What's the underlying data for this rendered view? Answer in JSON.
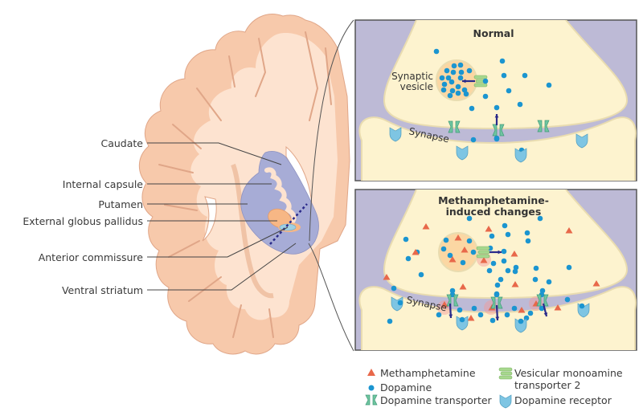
{
  "brain_labels": [
    {
      "id": "caudate",
      "text": "Caudate"
    },
    {
      "id": "internal-capsule",
      "text": "Internal capsule"
    },
    {
      "id": "putamen",
      "text": "Putamen"
    },
    {
      "id": "external-globus-pallidus",
      "text": "External globus pallidus"
    },
    {
      "id": "anterior-commissure",
      "text": "Anterior commissure"
    },
    {
      "id": "ventral-striatum",
      "text": "Ventral striatum"
    }
  ],
  "panels": {
    "normal": {
      "title": "Normal",
      "vesicle_label_line1": "Synaptic",
      "vesicle_label_line2": "vesicle",
      "synapse_label": "Synapse"
    },
    "meth": {
      "title_line1": "Methamphetamine-",
      "title_line2": "induced changes",
      "synapse_label": "Synapse"
    }
  },
  "legend": {
    "methamphetamine": "Methamphetamine",
    "dopamine": "Dopamine",
    "dopamine_transporter": "Dopamine transporter",
    "vmat2_line1": "Vesicular monoamine",
    "vmat2_line2": "transporter 2",
    "dopamine_receptor": "Dopamine receptor"
  },
  "colors": {
    "cortex": "#f7c9ab",
    "white_matter": "#fde3d0",
    "striatum": "#a7acd6",
    "pallidus": "#f7b785",
    "commissure": "#9fd0e3",
    "synapse_bg": "#bdbad6",
    "terminal": "#fdf3cf",
    "vesicle": "#fbd7a3",
    "dopamine": "#1b95d0",
    "meth": "#e8684a",
    "transporter": "#6fc5a0",
    "vmat2": "#a7d88e",
    "receptor": "#7ec5e3",
    "arrow": "#2a2a8a"
  }
}
